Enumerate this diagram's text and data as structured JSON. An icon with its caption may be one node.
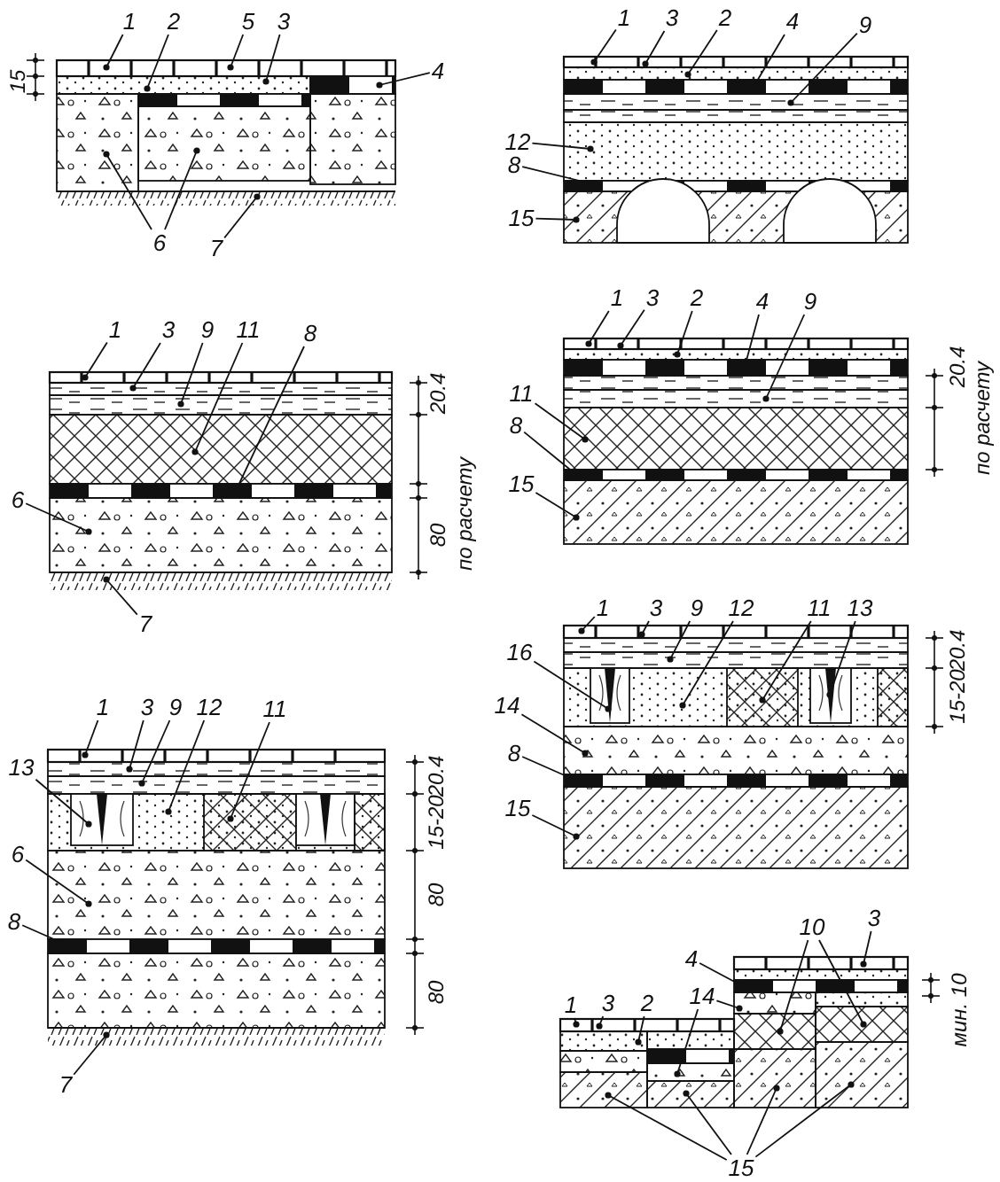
{
  "diagram": {
    "nodes": [
      {
        "text": [
          "1"
        ]
      },
      {
        "text": [
          "2"
        ]
      },
      {
        "text": [
          "5"
        ]
      },
      {
        "text": [
          "3"
        ]
      },
      {
        "text": [
          "4"
        ]
      },
      {
        "text": [
          "6"
        ]
      },
      {
        "text": [
          "7"
        ]
      },
      {
        "text": [
          "1"
        ]
      },
      {
        "text": [
          "3"
        ]
      },
      {
        "text": [
          "2"
        ]
      },
      {
        "text": [
          "4"
        ]
      },
      {
        "text": [
          "9"
        ]
      },
      {
        "text": [
          "12"
        ]
      },
      {
        "text": [
          "8"
        ]
      },
      {
        "text": [
          "15"
        ]
      },
      {
        "text": [
          "1"
        ]
      },
      {
        "text": [
          "3"
        ]
      },
      {
        "text": [
          "9"
        ]
      },
      {
        "text": [
          "11"
        ]
      },
      {
        "text": [
          "8"
        ]
      },
      {
        "text": [
          "6"
        ]
      },
      {
        "text": [
          "7"
        ]
      },
      {
        "text": [
          "1"
        ]
      },
      {
        "text": [
          "3"
        ]
      },
      {
        "text": [
          "2"
        ]
      },
      {
        "text": [
          "4"
        ]
      },
      {
        "text": [
          "9"
        ]
      },
      {
        "text": [
          "11"
        ]
      },
      {
        "text": [
          "8"
        ]
      },
      {
        "text": [
          "15"
        ]
      },
      {
        "text": [
          "1"
        ]
      },
      {
        "text": [
          "3"
        ]
      },
      {
        "text": [
          "9"
        ]
      },
      {
        "text": [
          "12"
        ]
      },
      {
        "text": [
          "11"
        ]
      },
      {
        "text": [
          "13"
        ]
      },
      {
        "text": [
          "6"
        ]
      },
      {
        "text": [
          "8"
        ]
      },
      {
        "text": [
          "7"
        ]
      },
      {
        "text": [
          "1"
        ]
      },
      {
        "text": [
          "3"
        ]
      },
      {
        "text": [
          "9"
        ]
      },
      {
        "text": [
          "12"
        ]
      },
      {
        "text": [
          "11"
        ]
      },
      {
        "text": [
          "13"
        ]
      },
      {
        "text": [
          "16"
        ]
      },
      {
        "text": [
          "14"
        ]
      },
      {
        "text": [
          "8"
        ]
      },
      {
        "text": [
          "15"
        ]
      },
      {
        "text": [
          "1"
        ]
      },
      {
        "text": [
          "3"
        ]
      },
      {
        "text": [
          "2"
        ]
      },
      {
        "text": [
          "14"
        ]
      },
      {
        "text": [
          "4"
        ]
      },
      {
        "text": [
          "10"
        ]
      },
      {
        "text": [
          "3"
        ]
      },
      {
        "text": [
          "15"
        ]
      },
      {
        "text": [],
        "shape": "box"
      },
      {
        "text": [],
        "shape": "box"
      },
      {
        "text": [],
        "shape": "box"
      },
      {
        "text": [],
        "shape": "box"
      },
      {
        "text": [],
        "shape": "box"
      },
      {
        "text": [],
        "shape": "box"
      },
      {
        "text": [],
        "shape": "box"
      },
      {
        "text": [],
        "shape": "box"
      },
      {
        "text": [],
        "shape": "box"
      },
      {
        "text": [],
        "shape": "box"
      },
      {
        "text": [],
        "shape": "box"
      },
      {
        "text": [],
        "shape": "box"
      },
      {
        "text": [],
        "shape": "box"
      },
      {
        "text": [],
        "shape": "box"
      },
      {
        "text": [],
        "shape": "box"
      },
      {
        "text": [],
        "shape": "box"
      },
      {
        "text": [],
        "shape": "box"
      },
      {
        "text": [],
        "shape": "box"
      },
      {
        "text": [],
        "shape": "box"
      },
      {
        "text": [],
        "shape": "box"
      },
      {
        "text": [],
        "shape": "box"
      },
      {
        "text": [],
        "shape": "box"
      },
      {
        "text": [],
        "shape": "box"
      },
      {
        "text": [],
        "shape": "box"
      },
      {
        "text": [],
        "shape": "box"
      },
      {
        "text": [],
        "shape": "box"
      },
      {
        "text": [],
        "shape": "box"
      },
      {
        "text": [],
        "shape": "box"
      },
      {
        "text": [],
        "shape": "box"
      },
      {
        "text": [],
        "shape": "box"
      },
      {
        "text": [],
        "shape": "box"
      },
      {
        "text": [],
        "shape": "box",
        "in": 87
      },
      {
        "text": [],
        "shape": "box",
        "in": 87
      },
      {
        "text": [],
        "shape": "box"
      },
      {
        "text": [],
        "shape": "box"
      },
      {
        "text": [],
        "shape": "box"
      },
      {
        "text": [],
        "shape": "box"
      },
      {
        "text": [],
        "shape": "box"
      },
      {
        "text": [],
        "shape": "box"
      },
      {
        "text": [],
        "shape": "box",
        "in": 95
      },
      {
        "text": [],
        "shape": "box",
        "in": 95
      },
      {
        "text": [],
        "shape": "box",
        "in": 95
      },
      {
        "text": [],
        "shape": "box"
      },
      {
        "text": [],
        "shape": "box"
      },
      {
        "text": [],
        "shape": "box"
      },
      {
        "text": [],
        "shape": "box"
      },
      {
        "text": [],
        "shape": "box"
      },
      {
        "text": [],
        "shape": "box"
      },
      {
        "text": [],
        "shape": "box"
      },
      {
        "text": [],
        "shape": "box"
      },
      {
        "text": [],
        "shape": "box"
      },
      {
        "text": [],
        "shape": "box"
      },
      {
        "text": [],
        "shape": "box"
      },
      {
        "text": [],
        "shape": "box"
      },
      {
        "text": [],
        "shape": "box"
      },
      {
        "text": [],
        "shape": "box"
      },
      {
        "text": [],
        "shape": "box"
      },
      {
        "text": [],
        "shape": "box"
      },
      {
        "text": [],
        "shape": "box"
      },
      {
        "text": [],
        "shape": "box"
      },
      {
        "text": [],
        "shape": "box"
      },
      {
        "text": [],
        "shape": "box",
        "in": 87
      },
      {
        "text": [],
        "shape": "box",
        "in": 87
      },
      {
        "text": [],
        "shape": "box"
      },
      {
        "text": [],
        "shape": "box"
      },
      {
        "text": [],
        "shape": "box",
        "in": 95
      },
      {
        "text": [],
        "shape": "box"
      },
      {
        "text": [],
        "shape": "box"
      },
      {
        "text": [],
        "shape": "box"
      },
      {
        "text": [],
        "shape": "box"
      },
      {
        "text": [],
        "shape": "box"
      }
    ],
    "edges": [
      {
        "from": 0,
        "to": 57,
        "arrow": "other"
      },
      {
        "from": 1,
        "to": 58,
        "arrow": "other"
      },
      {
        "from": 2,
        "to": 57,
        "arrow": "other"
      },
      {
        "from": 3,
        "to": 58,
        "arrow": "other"
      },
      {
        "from": 4,
        "to": 59,
        "arrow": "other"
      },
      {
        "from": 5,
        "to": 60,
        "arrow": "other"
      },
      {
        "from": 5,
        "to": 61,
        "arrow": "other"
      },
      {
        "from": 6,
        "to": 62,
        "arrow": "other"
      },
      {
        "from": 7,
        "to": 63,
        "arrow": "other"
      },
      {
        "from": 8,
        "to": 63,
        "arrow": "other"
      },
      {
        "from": 9,
        "to": 64,
        "arrow": "other"
      },
      {
        "from": 10,
        "to": 65,
        "arrow": "other"
      },
      {
        "from": 11,
        "to": 66,
        "arrow": "other"
      },
      {
        "from": 12,
        "to": 67,
        "arrow": "other"
      },
      {
        "from": 13,
        "to": 68,
        "arrow": "other"
      },
      {
        "from": 14,
        "to": 69,
        "arrow": "other"
      },
      {
        "from": 15,
        "to": 70,
        "arrow": "other"
      },
      {
        "from": 16,
        "to": 71,
        "arrow": "other"
      },
      {
        "from": 17,
        "to": 72,
        "arrow": "other"
      },
      {
        "from": 18,
        "to": 73,
        "arrow": "other"
      },
      {
        "from": 19,
        "to": 74,
        "arrow": "other"
      },
      {
        "from": 20,
        "to": 75,
        "arrow": "other"
      },
      {
        "from": 21,
        "to": 76,
        "arrow": "other"
      },
      {
        "from": 22,
        "to": 77,
        "arrow": "other"
      },
      {
        "from": 23,
        "to": 77,
        "arrow": "other"
      },
      {
        "from": 24,
        "to": 78,
        "arrow": "other"
      },
      {
        "from": 25,
        "to": 79,
        "arrow": "other"
      },
      {
        "from": 26,
        "to": 80,
        "arrow": "other"
      },
      {
        "from": 27,
        "to": 81,
        "arrow": "other"
      },
      {
        "from": 28,
        "to": 82,
        "arrow": "other"
      },
      {
        "from": 29,
        "to": 83,
        "arrow": "other"
      },
      {
        "from": 30,
        "to": 84,
        "arrow": "other"
      },
      {
        "from": 31,
        "to": 85,
        "arrow": "other"
      },
      {
        "from": 32,
        "to": 86,
        "arrow": "other"
      },
      {
        "from": 33,
        "to": 87,
        "arrow": "other"
      },
      {
        "from": 34,
        "to": 89,
        "arrow": "other"
      },
      {
        "from": 35,
        "to": 88,
        "arrow": "other"
      },
      {
        "from": 36,
        "to": 90,
        "arrow": "other"
      },
      {
        "from": 37,
        "to": 91,
        "arrow": "other"
      },
      {
        "from": 38,
        "to": 92,
        "arrow": "other"
      },
      {
        "from": 39,
        "to": 93,
        "arrow": "other"
      },
      {
        "from": 40,
        "to": 93,
        "arrow": "other"
      },
      {
        "from": 41,
        "to": 94,
        "arrow": "other"
      },
      {
        "from": 42,
        "to": 95,
        "arrow": "other"
      },
      {
        "from": 43,
        "to": 97,
        "arrow": "other"
      },
      {
        "from": 44,
        "to": 98,
        "arrow": "other"
      },
      {
        "from": 45,
        "to": 96,
        "arrow": "other"
      },
      {
        "from": 46,
        "to": 99,
        "arrow": "other"
      },
      {
        "from": 47,
        "to": 100,
        "arrow": "other"
      },
      {
        "from": 48,
        "to": 101,
        "arrow": "other"
      },
      {
        "from": 49,
        "to": 102,
        "arrow": "other"
      },
      {
        "from": 50,
        "to": 102,
        "arrow": "other"
      },
      {
        "from": 51,
        "to": 103,
        "arrow": "other"
      },
      {
        "from": 52,
        "to": 105,
        "arrow": "other"
      },
      {
        "from": 52,
        "to": 109,
        "arrow": "other"
      },
      {
        "from": 53,
        "to": 108,
        "arrow": "other"
      },
      {
        "from": 54,
        "to": 110,
        "arrow": "other"
      },
      {
        "from": 54,
        "to": 112,
        "arrow": "other"
      },
      {
        "from": 55,
        "to": 107,
        "arrow": "other"
      },
      {
        "from": 56,
        "to": 104,
        "arrow": "other"
      },
      {
        "from": 56,
        "to": 106,
        "arrow": "other"
      },
      {
        "from": 56,
        "to": 111,
        "arrow": "other"
      },
      {
        "from": 56,
        "to": 113,
        "arrow": "other"
      }
    ],
    "labels": [
      "15",
      "20.4",
      "по расчету",
      "80",
      "20.4",
      "по расчету",
      "20.4",
      "15-20",
      "80",
      "80",
      "20.4",
      "15-20",
      "мин. 10"
    ]
  }
}
